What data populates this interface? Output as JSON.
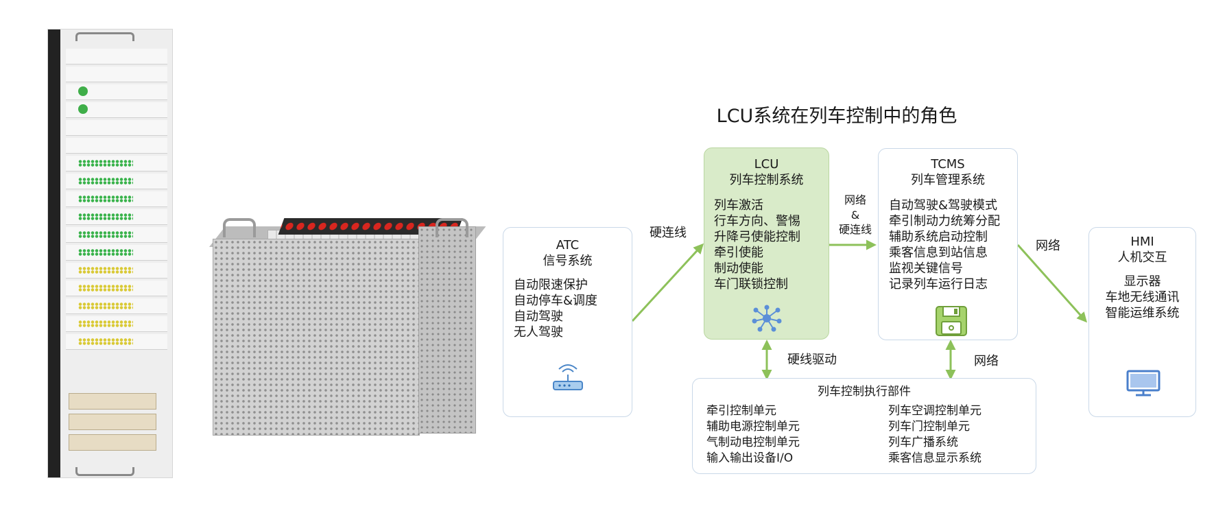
{
  "diagram": {
    "title": "LCU系统在列车控制中的角色",
    "atc": {
      "name": "ATC",
      "subtitle": "信号系统",
      "items": [
        "自动限速保护",
        "自动停车&调度",
        "自动驾驶",
        "无人驾驶"
      ],
      "icon": "wifi-router-icon"
    },
    "lcu": {
      "name": "LCU",
      "subtitle": "列车控制系统",
      "items": [
        "列车激活",
        "行车方向、警惕",
        "升降弓使能控制",
        "牵引使能",
        "制动使能",
        "车门联锁控制"
      ],
      "icon": "network-hub-icon"
    },
    "tcms": {
      "name": "TCMS",
      "subtitle": "列车管理系统",
      "items": [
        "自动驾驶&驾驶模式",
        "牵引制动力统筹分配",
        "辅助系统启动控制",
        "乘客信息到站信息",
        "监视关键信号",
        "记录列车运行日志"
      ],
      "icon": "floppy-disk-icon"
    },
    "hmi": {
      "name": "HMI",
      "subtitle": "人机交互",
      "items": [
        "显示器",
        "车地无线通讯",
        "智能运维系统"
      ],
      "icon": "monitor-icon"
    },
    "actuators": {
      "title": "列车控制执行部件",
      "left_items": [
        "牵引控制单元",
        "辅助电源控制单元",
        "气制动电控制单元",
        "输入输出设备I/O"
      ],
      "right_items": [
        "列车空调控制单元",
        "列车门控制单元",
        "列车广播系统",
        "乘客信息显示系统"
      ]
    },
    "connectors": {
      "atc_lcu": "硬连线",
      "lcu_tcms_line1": "网络",
      "lcu_tcms_line2": "&",
      "lcu_tcms_line3": "硬连线",
      "tcms_hmi": "网络",
      "lcu_actuators": "硬线驱动",
      "tcms_actuators": "网络"
    },
    "colors": {
      "arrow": "#8dc15a",
      "lcu_fill": "#d9ebc9",
      "box_border": "#c9d8e8",
      "icon_blue": "#5b8fd8"
    }
  }
}
